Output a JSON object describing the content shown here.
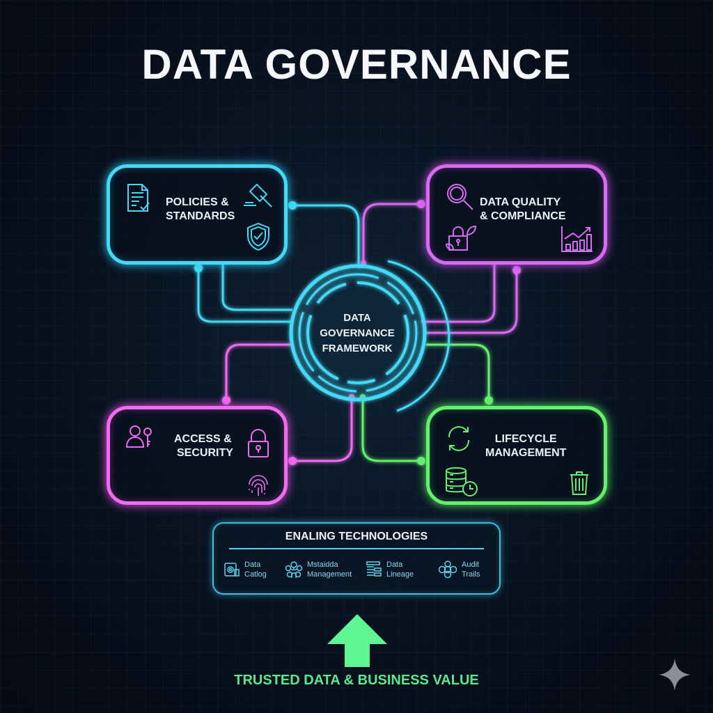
{
  "title": "DATA GOVERNANCE",
  "center": {
    "line1": "DATA",
    "line2": "GOVERNANCE",
    "line3": "FRAMEWORK",
    "color": "#45d9f5"
  },
  "pillars": [
    {
      "id": "policies",
      "line1": "POLICIES &",
      "line2": "STANDARDS",
      "color": "#45d9f5",
      "icons": [
        "document-check-icon",
        "gavel-icon",
        "shield-check-icon"
      ]
    },
    {
      "id": "quality",
      "line1": "DATA QUALITY",
      "line2": "& COMPLIANCE",
      "color": "#d86cf0",
      "icons": [
        "magnifier-icon",
        "lock-leaf-icon",
        "bar-chart-trend-icon"
      ]
    },
    {
      "id": "access",
      "line1": "ACCESS &",
      "line2": "SECURITY",
      "color": "#f06cf0",
      "icons": [
        "user-key-icon",
        "padlock-icon",
        "fingerprint-icon"
      ]
    },
    {
      "id": "lifecycle",
      "line1": "LIFECYCLE",
      "line2": "MANAGEMENT",
      "color": "#66f070",
      "icons": [
        "refresh-cycle-icon",
        "database-clock-icon",
        "trash-icon"
      ]
    }
  ],
  "technologies": {
    "title": "ENALING TECHNOLOGIES",
    "items": [
      {
        "line1": "Data",
        "line2": "Catlog",
        "icon": "catalog-icon"
      },
      {
        "line1": "Mstaidda",
        "line2": "Management",
        "icon": "metadata-network-icon"
      },
      {
        "line1": "Data",
        "line2": "Lineage",
        "icon": "lineage-icon"
      },
      {
        "line1": "Audit",
        "line2": "Trails",
        "icon": "audit-circles-icon"
      }
    ],
    "color": "#3fbfe0"
  },
  "outcome": {
    "label": "TRUSTED DATA & BUSINESS VALUE",
    "color": "#5ee88e"
  }
}
